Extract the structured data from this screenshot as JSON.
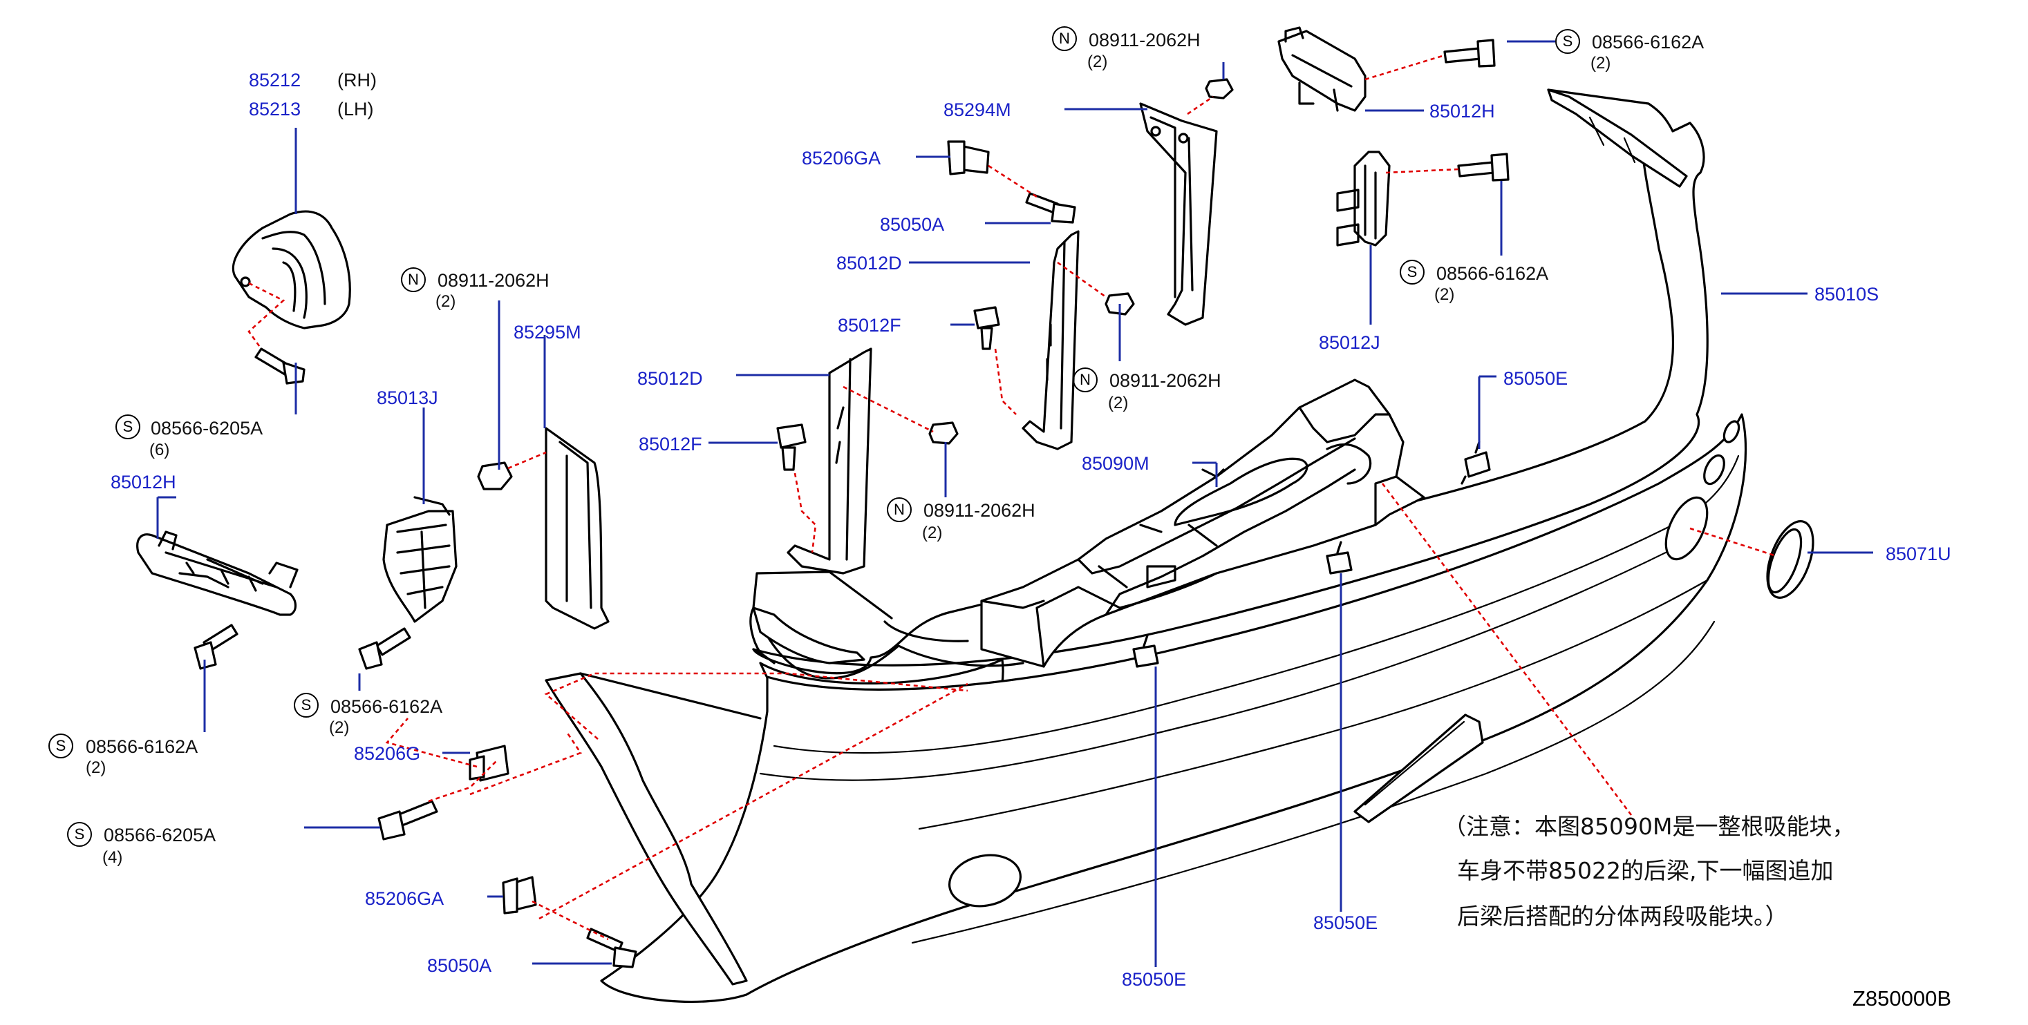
{
  "diagram_code": "Z850000B",
  "labels": {
    "p85212": "85212",
    "p85213": "85213",
    "rh": "(RH)",
    "lh": "(LH)",
    "p85012H_left": "85012H",
    "p85013J": "85013J",
    "p85295M": "85295M",
    "p85206G": "85206G",
    "p85206GA_bottom": "85206GA",
    "p85050A_bottom": "85050A",
    "p85294M": "85294M",
    "p85206GA_top": "85206GA",
    "p85050A_top": "85050A",
    "p85012D_top": "85012D",
    "p85012F_top": "85012F",
    "p85012D_low": "85012D",
    "p85012F_low": "85012F",
    "p85090M": "85090M",
    "p85012H_right": "85012H",
    "p85012J": "85012J",
    "p85050E_top": "85050E",
    "p85010S": "85010S",
    "p85071U": "85071U",
    "p85050E_mid": "85050E",
    "p85050E_low": "85050E"
  },
  "fasteners": {
    "f1": {
      "badge": "S",
      "number": "08566-6205A",
      "qty": "(6)"
    },
    "f2": {
      "badge": "S",
      "number": "08566-6162A",
      "qty": "(2)"
    },
    "f3": {
      "badge": "S",
      "number": "08566-6162A",
      "qty": "(2)"
    },
    "f4": {
      "badge": "S",
      "number": "08566-6205A",
      "qty": "(4)"
    },
    "f5": {
      "badge": "N",
      "number": "08911-2062H",
      "qty": "(2)"
    },
    "f6": {
      "badge": "N",
      "number": "08911-2062H",
      "qty": "(2)"
    },
    "f7": {
      "badge": "N",
      "number": "08911-2062H",
      "qty": "(2)"
    },
    "f8": {
      "badge": "N",
      "number": "08911-2062H",
      "qty": "(2)"
    },
    "f9": {
      "badge": "S",
      "number": "08566-6162A",
      "qty": "(2)"
    },
    "f10": {
      "badge": "S",
      "number": "08566-6162A",
      "qty": "(2)"
    }
  },
  "note": {
    "line1": "（注意：本图85090M是一整根吸能块，",
    "line2": "车身不带85022的后梁,下一幅图追加",
    "line3": "后梁后搭配的分体两段吸能块。）"
  },
  "colors": {
    "label": "#1a22c8",
    "leader": "#1c2da6",
    "dashed": "#e00000",
    "line": "#000000"
  }
}
